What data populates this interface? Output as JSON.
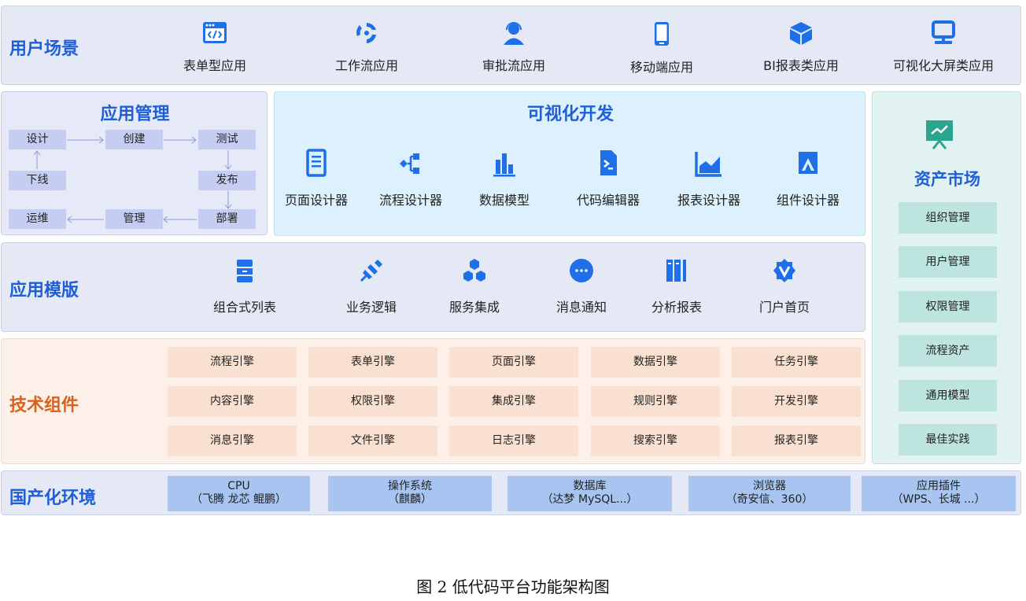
{
  "user_scenarios": {
    "title": "用户场景",
    "items": [
      {
        "label": "表单型应用",
        "icon": "code-window-icon"
      },
      {
        "label": "工作流应用",
        "icon": "cycle-arrows-icon"
      },
      {
        "label": "审批流应用",
        "icon": "user-headset-icon"
      },
      {
        "label": "移动端应用",
        "icon": "mobile-phone-icon"
      },
      {
        "label": "BI报表类应用",
        "icon": "cube-icon"
      },
      {
        "label": "可视化大屏类应用",
        "icon": "monitor-icon"
      }
    ]
  },
  "app_management": {
    "title": "应用管理",
    "steps": {
      "design": "设计",
      "create": "创建",
      "test": "测试",
      "offline": "下线",
      "publish": "发布",
      "ops": "运维",
      "manage": "管理",
      "deploy": "部署"
    }
  },
  "visual_dev": {
    "title": "可视化开发",
    "items": [
      {
        "label": "页面设计器",
        "icon": "document-icon"
      },
      {
        "label": "流程设计器",
        "icon": "flow-nodes-icon"
      },
      {
        "label": "数据模型",
        "icon": "bar-chart-icon"
      },
      {
        "label": "代码编辑器",
        "icon": "code-file-icon"
      },
      {
        "label": "报表设计器",
        "icon": "area-chart-icon"
      },
      {
        "label": "组件设计器",
        "icon": "triangle-component-icon"
      }
    ]
  },
  "asset_market": {
    "title": "资产市场",
    "icon": "presentation-chart-icon",
    "items": [
      "组织管理",
      "用户管理",
      "权限管理",
      "流程资产",
      "通用模型",
      "最佳实践"
    ]
  },
  "app_templates": {
    "title": "应用模版",
    "items": [
      {
        "label": "组合式列表",
        "icon": "stack-list-icon"
      },
      {
        "label": "业务逻辑",
        "icon": "plug-icon"
      },
      {
        "label": "服务集成",
        "icon": "hexagon-cluster-icon"
      },
      {
        "label": "消息通知",
        "icon": "chat-bubble-icon"
      },
      {
        "label": "分析报表",
        "icon": "book-columns-icon"
      },
      {
        "label": "门户首页",
        "icon": "badge-v-icon"
      }
    ]
  },
  "tech_components": {
    "title": "技术组件",
    "engines": [
      [
        "流程引擎",
        "表单引擎",
        "页面引擎",
        "数据引擎",
        "任务引擎"
      ],
      [
        "内容引擎",
        "权限引擎",
        "集成引擎",
        "规则引擎",
        "开发引擎"
      ],
      [
        "消息引擎",
        "文件引擎",
        "日志引擎",
        "搜索引擎",
        "报表引擎"
      ]
    ]
  },
  "domestic_env": {
    "title": "国产化环境",
    "items": [
      {
        "line1": "CPU",
        "line2": "（飞腾 龙芯 鲲鹏）"
      },
      {
        "line1": "操作系统",
        "line2": "（麒麟）"
      },
      {
        "line1": "数据库",
        "line2": "（达梦 MySQL...）"
      },
      {
        "line1": "浏览器",
        "line2": "（奇安信、360）"
      },
      {
        "line1": "应用插件",
        "line2": "（WPS、长城 ...）"
      }
    ]
  },
  "caption": "图 2 低代码平台功能架构图",
  "colors": {
    "brand_blue": "#1e6fe8",
    "title_blue": "#1f5fd6",
    "tech_orange": "#d9621c",
    "asset_teal": "#2aa58f"
  }
}
